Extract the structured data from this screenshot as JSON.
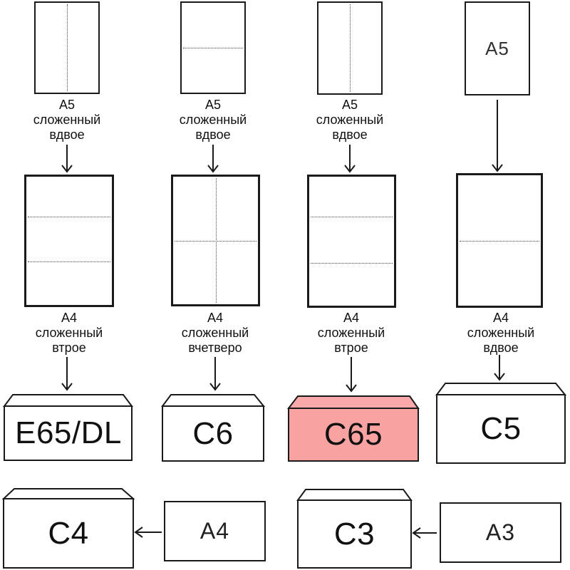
{
  "colors": {
    "stroke": "#1a1a1a",
    "highlight_body": "#f8a2a2",
    "highlight_flap": "#f9a9a9"
  },
  "columns": {
    "col1": {
      "top_size": "A5",
      "top_fold_word": "сложенный",
      "top_fold_amount": "вдвое",
      "mid_size": "A4",
      "mid_fold_word": "сложенный",
      "mid_fold_amount": "втрое",
      "envelope": "E65/DL"
    },
    "col2": {
      "top_size": "A5",
      "top_fold_word": "сложенный",
      "top_fold_amount": "вдвое",
      "mid_size": "A4",
      "mid_fold_word": "сложенный",
      "mid_fold_amount": "вчетверо",
      "envelope": "C6"
    },
    "col3": {
      "top_size": "A5",
      "top_fold_word": "сложенный",
      "top_fold_amount": "вдвое",
      "mid_size": "A4",
      "mid_fold_word": "сложенный",
      "mid_fold_amount": "втрое",
      "envelope": "C65"
    },
    "col4": {
      "top_inner_size": "A5",
      "mid_size": "A4",
      "mid_fold_word": "сложенный",
      "mid_fold_amount": "вдвое",
      "envelope": "C5"
    }
  },
  "bottom_row": {
    "left": {
      "envelope": "C4",
      "paper": "A4"
    },
    "right": {
      "envelope": "C3",
      "paper": "A3"
    }
  }
}
